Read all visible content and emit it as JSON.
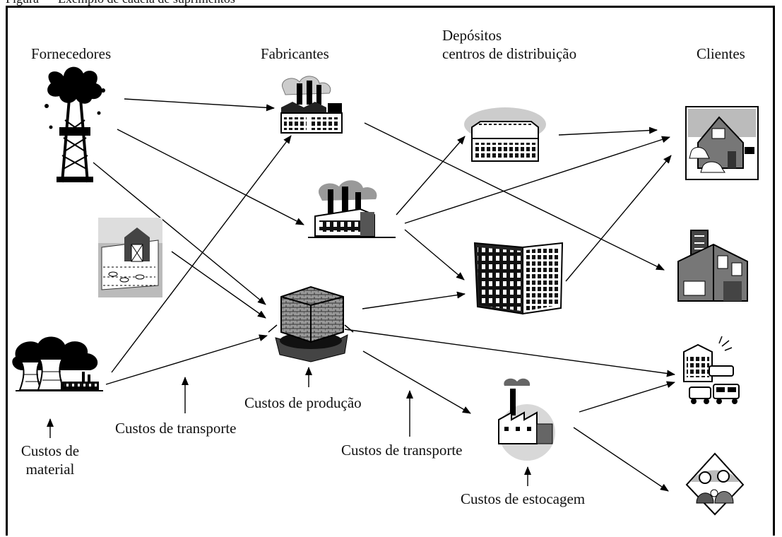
{
  "top_cut_text": "Figura — Exemplo de cadeia de suprimentos",
  "stage_labels": {
    "suppliers": "Fornecedores",
    "manufacturers": "Fabricantes",
    "warehouses_line1": "Depósitos",
    "warehouses_line2": "centros de distribuição",
    "customers": "Clientes"
  },
  "cost_labels": {
    "material_line1": "Custos de",
    "material_line2": "material",
    "transport_1": "Custos de transporte",
    "production": "Custos de produção",
    "transport_2": "Custos de transporte",
    "storage": "Custos de estocagem"
  },
  "icons": {
    "supplier_1": "oil-derrick-icon",
    "supplier_2": "farm-barn-icon",
    "supplier_3": "power-plant-icon",
    "manufacturer_1": "factory-icon",
    "manufacturer_2": "industrial-plant-icon",
    "manufacturer_3": "quarry-mine-icon",
    "warehouse_1": "warehouse-building-icon",
    "warehouse_2": "distribution-tower-icon",
    "warehouse_3": "small-factory-icon",
    "customer_1": "house-store-icon",
    "customer_2": "office-building-icon",
    "customer_3": "hotel-vehicles-icon",
    "customer_4": "family-people-icon"
  }
}
